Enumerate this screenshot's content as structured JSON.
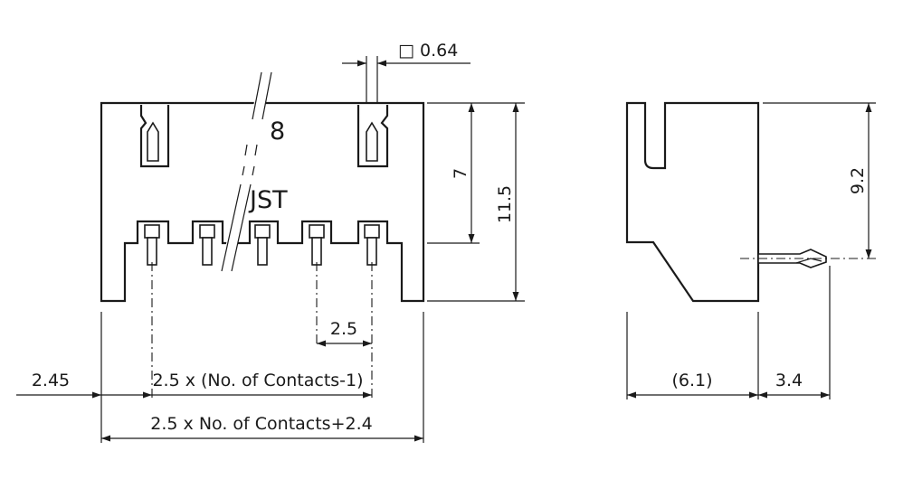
{
  "front_view": {
    "pin_count_marking": "8",
    "brand_marking": "JST",
    "dims": {
      "pin_square": "□ 0.64",
      "pitch": "2.5",
      "offset": "2.45",
      "pin_span": "2.5 x (No. of Contacts-1)",
      "overall_width": "2.5 x No. of Contacts+2.4",
      "height_to_pin_base": "7",
      "overall_height": "11.5"
    }
  },
  "side_view": {
    "dims": {
      "pin_height": "9.2",
      "body_depth": "(6.1)",
      "pin_protrusion": "3.4"
    }
  }
}
